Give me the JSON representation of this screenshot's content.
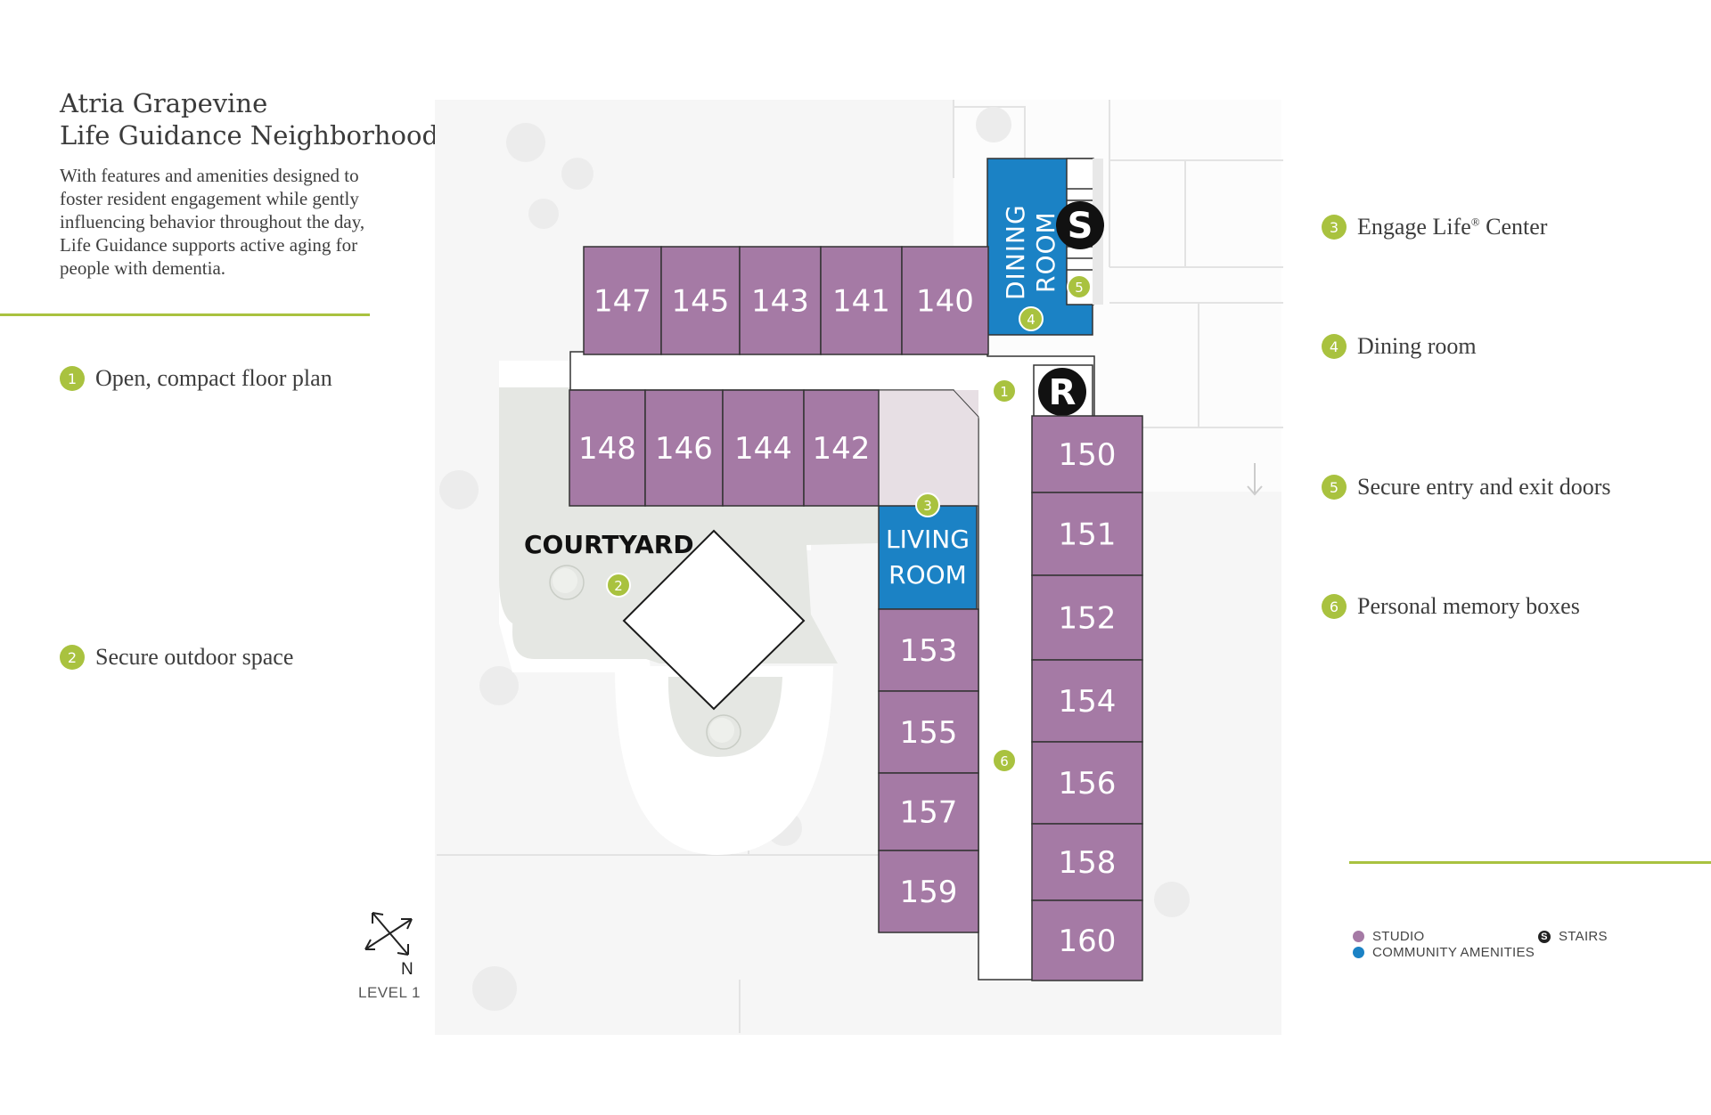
{
  "header": {
    "title_line1": "Atria Grapevine",
    "title_line2": "Life Guidance Neighborhood",
    "description": "With features and amenities designed to foster resident engagement while gently influencing behavior throughout the day, Life Guidance supports active aging for people with dementia."
  },
  "features": [
    {
      "number": "1",
      "label": "Open, compact floor plan"
    },
    {
      "number": "2",
      "label": "Secure outdoor space"
    },
    {
      "number": "3",
      "label": "Engage Life",
      "superscript": "®",
      "label_suffix": " Center"
    },
    {
      "number": "4",
      "label": "Dining room"
    },
    {
      "number": "5",
      "label": "Secure entry and exit doors"
    },
    {
      "number": "6",
      "label": "Personal memory boxes"
    }
  ],
  "map": {
    "studio_units": [
      "147",
      "145",
      "143",
      "141",
      "140",
      "148",
      "146",
      "144",
      "142",
      "150",
      "151",
      "152",
      "154",
      "156",
      "158",
      "160",
      "153",
      "155",
      "157",
      "159"
    ],
    "rooms": {
      "dining_line1": "DINING",
      "dining_line2": "ROOM",
      "living_line1": "LIVING",
      "living_line2": "ROOM",
      "courtyard": "COURTYARD"
    },
    "stairs_symbol": "S",
    "r_symbol": "R",
    "markers": [
      "1",
      "2",
      "3",
      "4",
      "5",
      "6"
    ],
    "compass_n": "N",
    "level": "LEVEL 1"
  },
  "legend": {
    "studio": "STUDIO",
    "amenities": "COMMUNITY AMENITIES",
    "stairs": "STAIRS",
    "stairs_icon": "S"
  },
  "colors": {
    "studio": "#a57aa5",
    "amenity": "#1b82c5",
    "accent": "#a9c23f"
  }
}
